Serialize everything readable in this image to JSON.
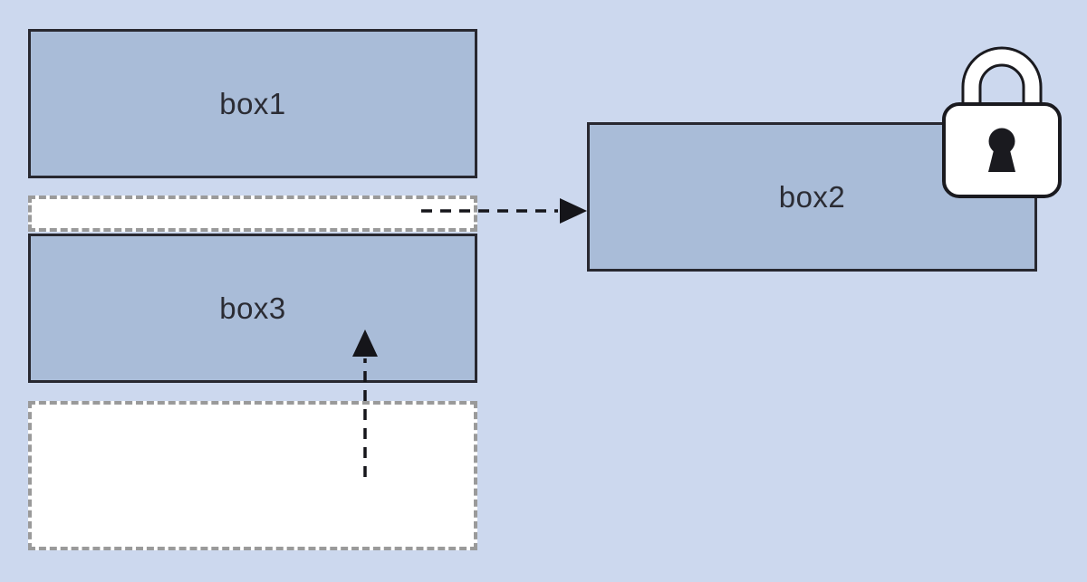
{
  "diagram": {
    "colors": {
      "background": "#ccd8ee",
      "box_fill": "#a9bcd8",
      "box_border": "#282830",
      "placeholder_fill": "#ffffff",
      "placeholder_dashed_border": "#9a9a9a",
      "label_text": "#2b2c34",
      "arrow": "#15151a",
      "lock_fill": "#ffffff",
      "lock_stroke": "#1a1a1f",
      "keyhole": "#1a1a1f"
    },
    "nodes": [
      {
        "id": "box1",
        "label": "box1",
        "type": "solid"
      },
      {
        "id": "box2",
        "label": "box2",
        "type": "solid",
        "badge": "lock-icon"
      },
      {
        "id": "box3",
        "label": "box3",
        "type": "solid"
      },
      {
        "id": "gap-placeholder",
        "label": "",
        "type": "dashed-empty"
      },
      {
        "id": "slot-placeholder",
        "label": "",
        "type": "dashed-empty"
      }
    ],
    "connections": [
      {
        "from": "gap-placeholder",
        "to": "box2",
        "style": "dashed",
        "direction": "right"
      },
      {
        "from": "slot-placeholder",
        "to": "box3",
        "style": "dashed",
        "direction": "up"
      }
    ],
    "icons": [
      {
        "name": "lock-icon",
        "attached_to": "box2"
      }
    ]
  }
}
